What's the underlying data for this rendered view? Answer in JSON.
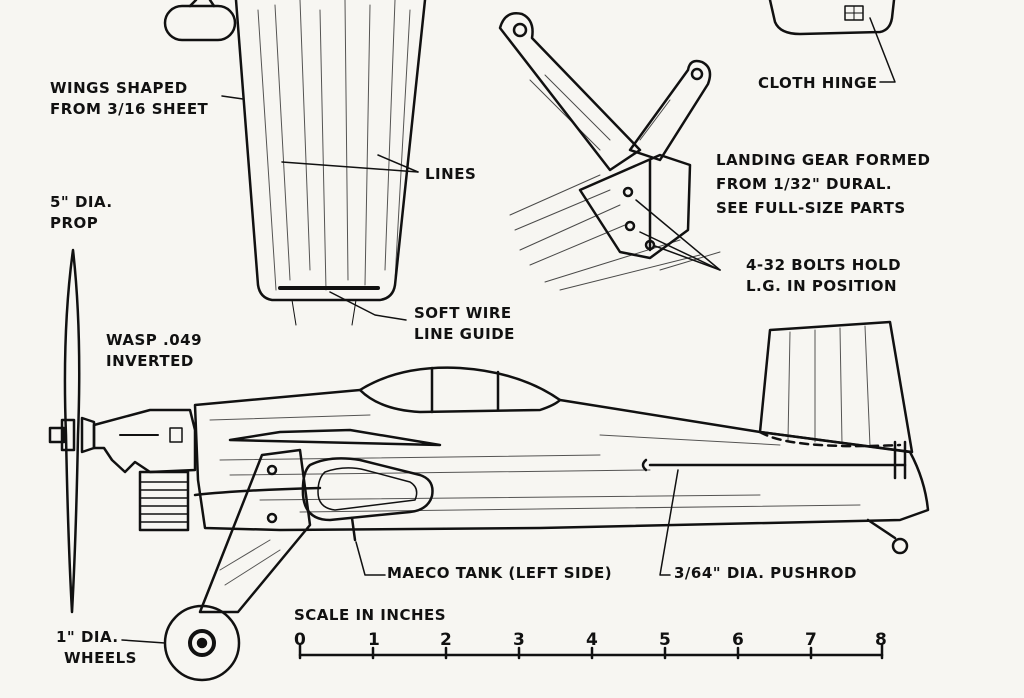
{
  "labels": {
    "wings_line1": "WINGS SHAPED",
    "wings_line2": "FROM 3/16 SHEET",
    "prop_line1": "5\" DIA.",
    "prop_line2": "PROP",
    "lines": "LINES",
    "soft_wire_line1": "SOFT WIRE",
    "soft_wire_line2": "LINE GUIDE",
    "engine_line1": "WASP .049",
    "engine_line2": "INVERTED",
    "cloth_hinge": "CLOTH HINGE",
    "gear_line1": "LANDING GEAR FORMED",
    "gear_line2": "FROM 1/32\" DURAL.",
    "gear_line3": "SEE FULL-SIZE PARTS",
    "bolts_line1": "4-32 BOLTS HOLD",
    "bolts_line2": "L.G. IN POSITION",
    "tank": "MAECO TANK (LEFT SIDE)",
    "pushrod": "3/64\" DIA. PUSHROD",
    "wheels_line1": "1\" DIA.",
    "wheels_line2": "WHEELS"
  },
  "scale": {
    "title": "SCALE IN INCHES",
    "ticks": [
      "0",
      "1",
      "2",
      "3",
      "4",
      "5",
      "6",
      "7",
      "8"
    ]
  },
  "colors": {
    "ink": "#111111",
    "paper": "#f7f6f2"
  }
}
